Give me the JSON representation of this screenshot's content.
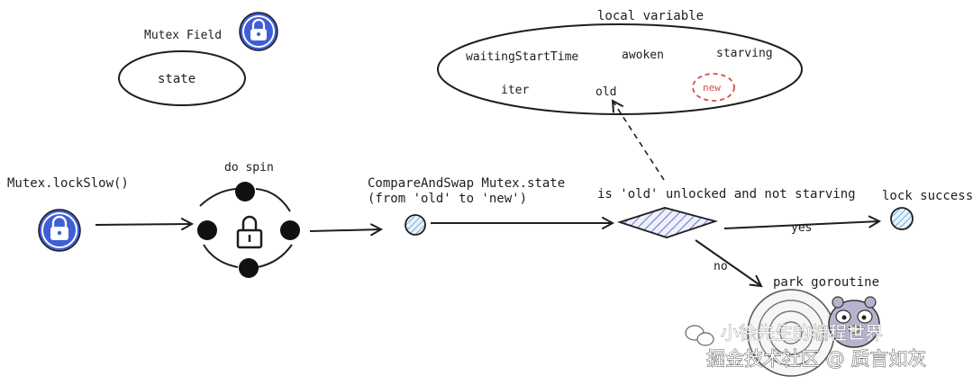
{
  "mutex_field": {
    "label": "Mutex Field",
    "state_label": "state"
  },
  "local_variable": {
    "title": "local variable",
    "vars": [
      "waitingStartTime",
      "awoken",
      "starving",
      "iter",
      "old",
      "new"
    ]
  },
  "flow": {
    "lockslow_label": "Mutex.lockSlow()",
    "spin_label": "do spin",
    "cas_line1": "CompareAndSwap Mutex.state",
    "cas_line2": "(from 'old' to 'new')",
    "check_label": "is 'old' unlocked and not starving",
    "yes_label": "yes",
    "no_label": "no",
    "success_label": "lock success",
    "park_label": "park goroutine"
  },
  "watermark": {
    "line1": "小徐先生的编程世界",
    "line2": "掘金技术社区 @ 质言如灰"
  },
  "colors": {
    "lock_blue": "#3f5ed8",
    "hatch": "#6a6fc2",
    "red_dash": "#d94a4a",
    "ink": "#1e1e1e"
  }
}
